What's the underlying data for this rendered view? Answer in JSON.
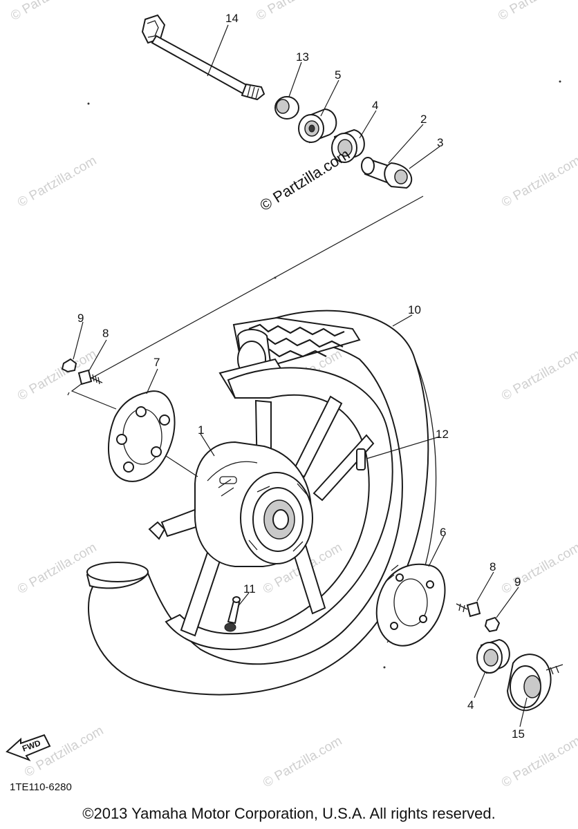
{
  "callouts": {
    "c1": "1",
    "c2": "2",
    "c3": "3",
    "c4a": "4",
    "c4b": "4",
    "c5": "5",
    "c6": "6",
    "c7": "7",
    "c8a": "8",
    "c8b": "8",
    "c9a": "9",
    "c9b": "9",
    "c10": "10",
    "c11": "11",
    "c12": "12",
    "c13": "13",
    "c14": "14",
    "c15": "15"
  },
  "watermark": {
    "main": "© Partzilla.com",
    "repeat": "© Partzilla.com"
  },
  "fwd_label": "FWD",
  "diagram_code": "1TE110-6280",
  "copyright": "©2013 Yamaha Motor Corporation, U.S.A. All rights reserved."
}
